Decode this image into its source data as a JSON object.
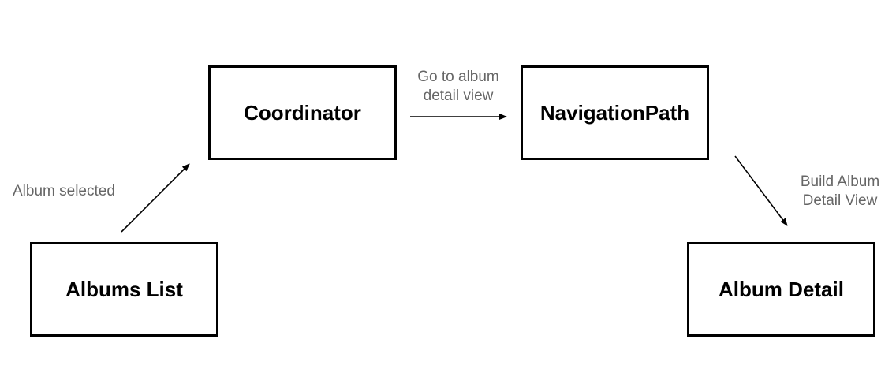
{
  "nodes": {
    "coordinator": "Coordinator",
    "navigation_path": "NavigationPath",
    "albums_list": "Albums List",
    "album_detail": "Album Detail"
  },
  "edges": {
    "album_selected": [
      "Album selected"
    ],
    "go_to_album_detail_view": [
      "Go to album",
      "detail view"
    ],
    "build_album_detail_view": [
      "Build Album",
      "Detail View"
    ]
  }
}
